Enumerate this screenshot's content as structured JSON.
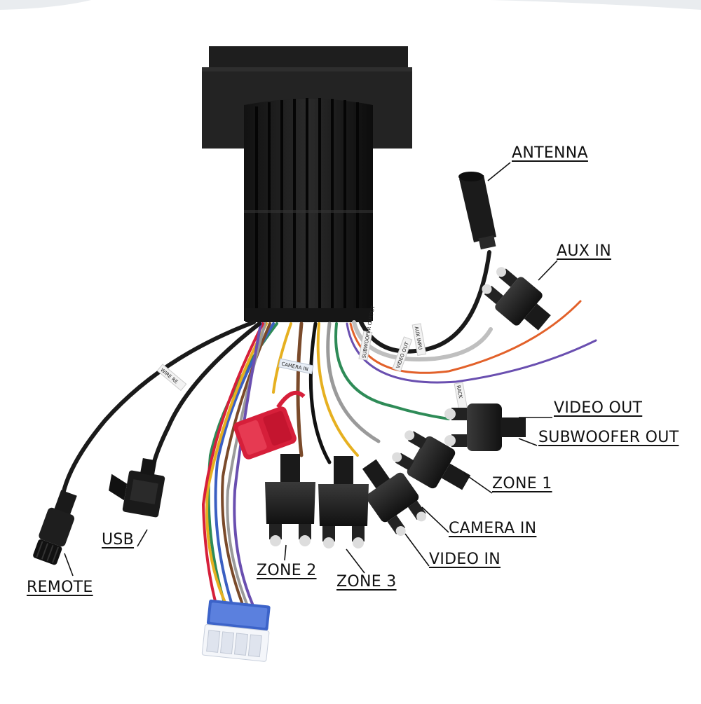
{
  "labels": {
    "antenna": "ANTENNA",
    "aux_in": "AUX IN",
    "video_out": "VIDEO OUT",
    "subwoofer_out": "SUBWOOFER OUT",
    "zone_1": "ZONE 1",
    "camera_in": "CAMERA IN",
    "video_in": "VIDEO IN",
    "zone_2": "ZONE 2",
    "zone_3": "ZONE 3",
    "usb": "USB",
    "remote": "REMOTE"
  },
  "wire_tags": {
    "wire_remote": "WIRE RE",
    "camera_in": "CAMERA IN",
    "aux_input": "AUX INPU",
    "video_out": "VIDEO OUT",
    "subwoofer_output": "SUBWOOFER OUTPUT",
    "track": "RACK"
  },
  "colors": {
    "housing": "#1c1c1c",
    "fins": "#0d0d0d",
    "fuse": "#d61f3a",
    "connector": "#3c63c9",
    "wire_green": "#2e8b57",
    "wire_orange": "#e2612a",
    "wire_purple": "#6a4fb0",
    "wire_yellow": "#e6b020",
    "wire_brown": "#7a4a2a",
    "wire_grey": "#9a9a9a"
  }
}
